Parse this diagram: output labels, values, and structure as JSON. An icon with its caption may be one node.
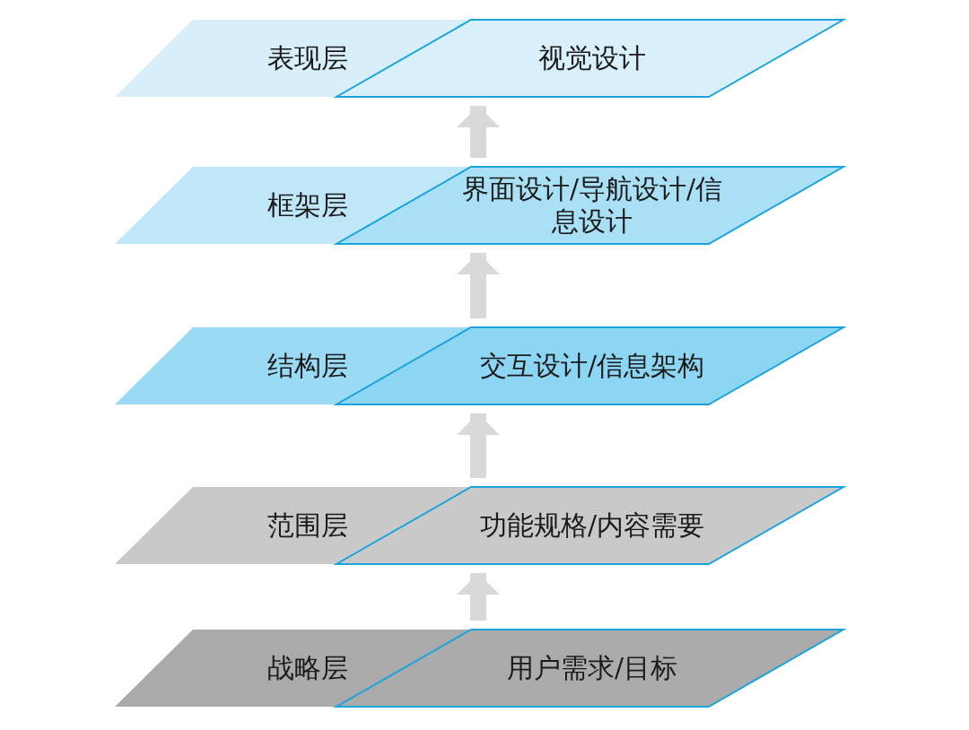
{
  "diagram": {
    "nodes": [
      {
        "text": [
          "表现层"
        ]
      },
      {
        "text": [
          "视觉设计"
        ]
      },
      {
        "text": [
          "框架层"
        ]
      },
      {
        "text": [
          "界面设计/导航设计/信息设计"
        ]
      },
      {
        "text": [
          "结构层"
        ]
      },
      {
        "text": [
          "交互设计/信息架构"
        ]
      },
      {
        "text": [
          "范围层"
        ]
      },
      {
        "text": [
          "功能规格/内容需要"
        ]
      },
      {
        "text": [
          "战略层"
        ]
      },
      {
        "text": [
          "用户需求/目标"
        ]
      }
    ],
    "edges": [
      {
        "from": 9,
        "to": 7,
        "arrow": "to"
      },
      {
        "from": 7,
        "to": 5,
        "arrow": "to"
      },
      {
        "from": 5,
        "to": 3,
        "arrow": "to"
      },
      {
        "from": 3,
        "to": 1,
        "arrow": "to"
      }
    ]
  }
}
